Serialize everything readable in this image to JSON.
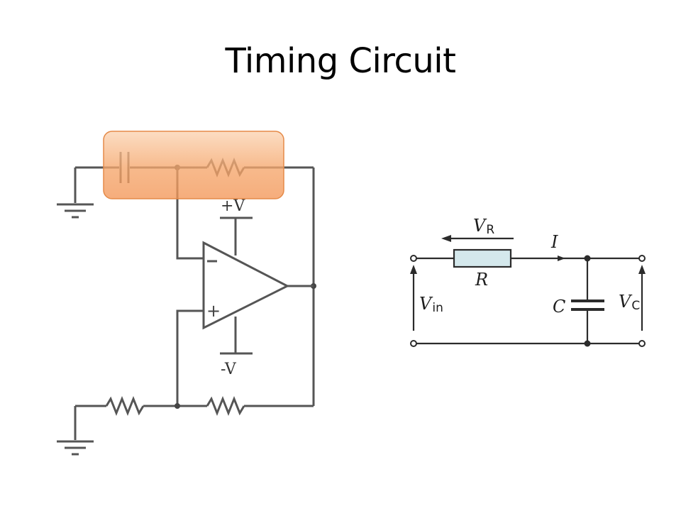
{
  "slide": {
    "title": "Timing Circuit"
  },
  "opamp_circuit": {
    "supply_positive": "+V",
    "supply_negative": "-V",
    "inverting_input": "−",
    "noninverting_input": "+",
    "highlight_color": "#f5a66b"
  },
  "rc_circuit": {
    "resistor_voltage": {
      "symbol": "V",
      "subscript": "R"
    },
    "current": "I",
    "resistor": "R",
    "capacitor": "C",
    "input_voltage": {
      "symbol": "V",
      "subscript": "in"
    },
    "capacitor_voltage": {
      "symbol": "V",
      "subscript": "C"
    },
    "resistor_fill": "#d4e8ec"
  }
}
